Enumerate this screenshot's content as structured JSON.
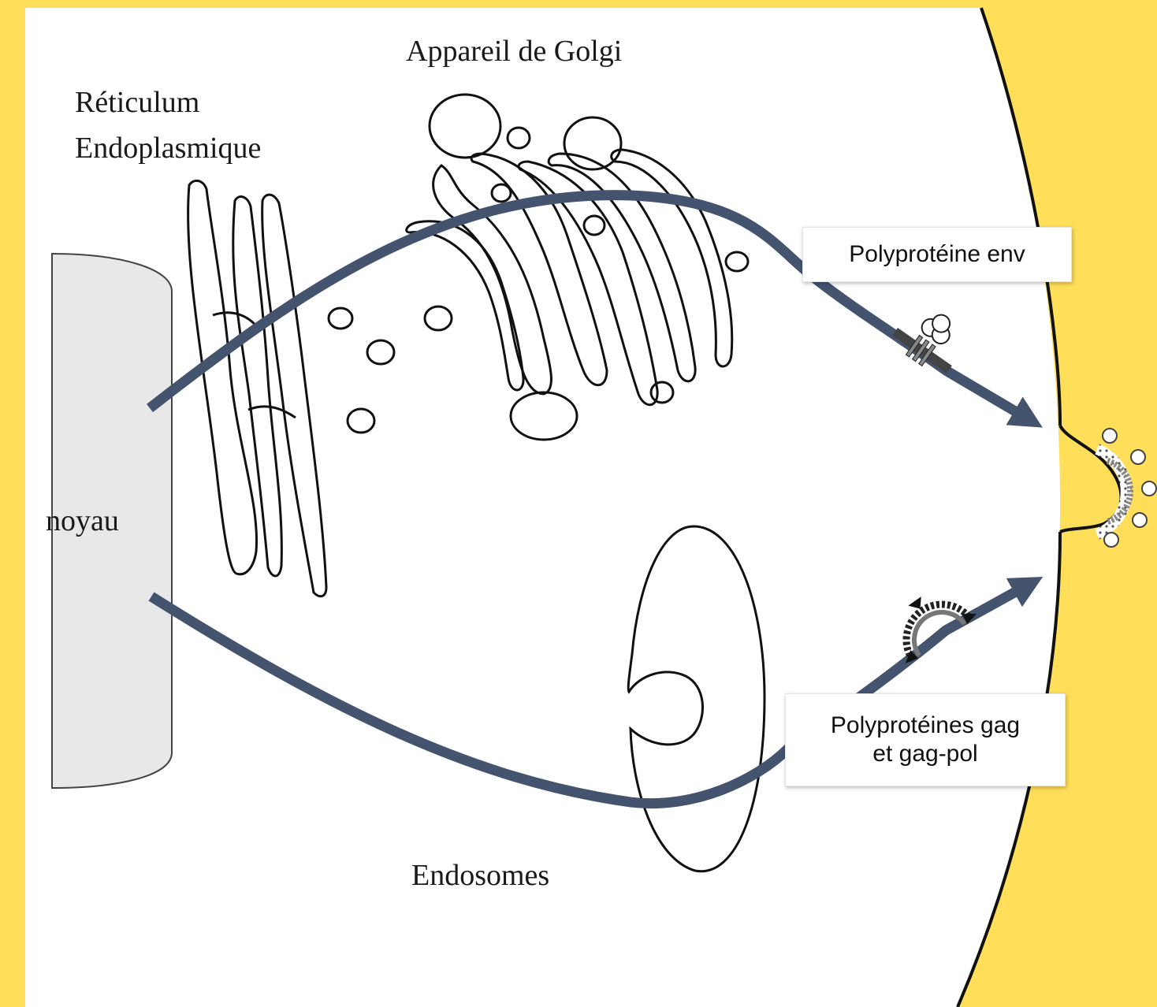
{
  "colors": {
    "frame": "#ffde59",
    "cell_background": "#ffffff",
    "nucleus_fill": "#e8e8e8",
    "arrow": "#44546f",
    "outline": "#111111"
  },
  "labels": {
    "golgi": "Appareil de Golgi",
    "er_line1": "Réticulum",
    "er_line2": "Endoplasmique",
    "nucleus": "noyau",
    "endosomes": "Endosomes",
    "env_box": "Polyprotéine env",
    "gag_box_line1": "Polyprotéines gag",
    "gag_box_line2": "et gag-pol"
  },
  "icons": {
    "env_protein": "membrane-protein-icon",
    "gag_particle": "gag-assembly-icon",
    "budding_virion": "budding-virus-icon"
  }
}
